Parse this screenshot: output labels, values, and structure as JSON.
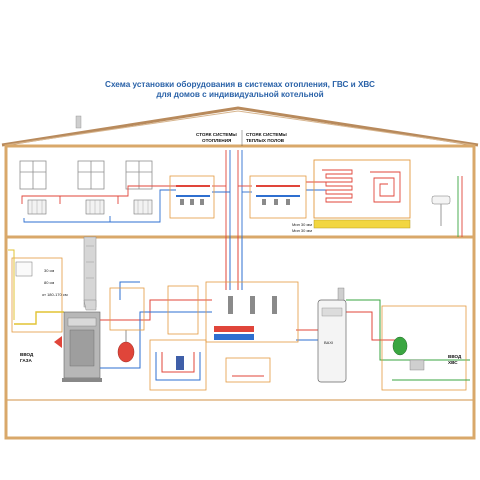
{
  "title": {
    "line1": "Схема установки оборудования в системах отопления, ГВС и ХВС",
    "line2": "для домов с индивидуальной котельной"
  },
  "riser_labels": {
    "heating": [
      "СТОЯК СИСТЕМЫ",
      "ОТОПЛЕНИЯ"
    ],
    "floor": [
      "СТОЯК СИСТЕМЫ",
      "ТЕПЛЫХ ПОЛОВ"
    ]
  },
  "inlets": {
    "gas": [
      "ВВОД",
      "ГАЗА"
    ],
    "cold_water": [
      "ВВОД",
      "ХВС"
    ]
  },
  "small_labels": {
    "dim_a": "30 см",
    "dim_b": "80 см",
    "dim_c": "от 180-170 см",
    "min_a": "Мин 30 мм",
    "min_b": "Мин 30 мм",
    "brand": "BAXI"
  },
  "colors": {
    "wall": "#d9a86a",
    "roof": "#b88a5c",
    "supply": "#e0453a",
    "return": "#2e6fd0",
    "cold": "#3aa641",
    "gas": "#e2c334",
    "group_box": "#e39a3f",
    "floor_zone": "#f2d640"
  }
}
